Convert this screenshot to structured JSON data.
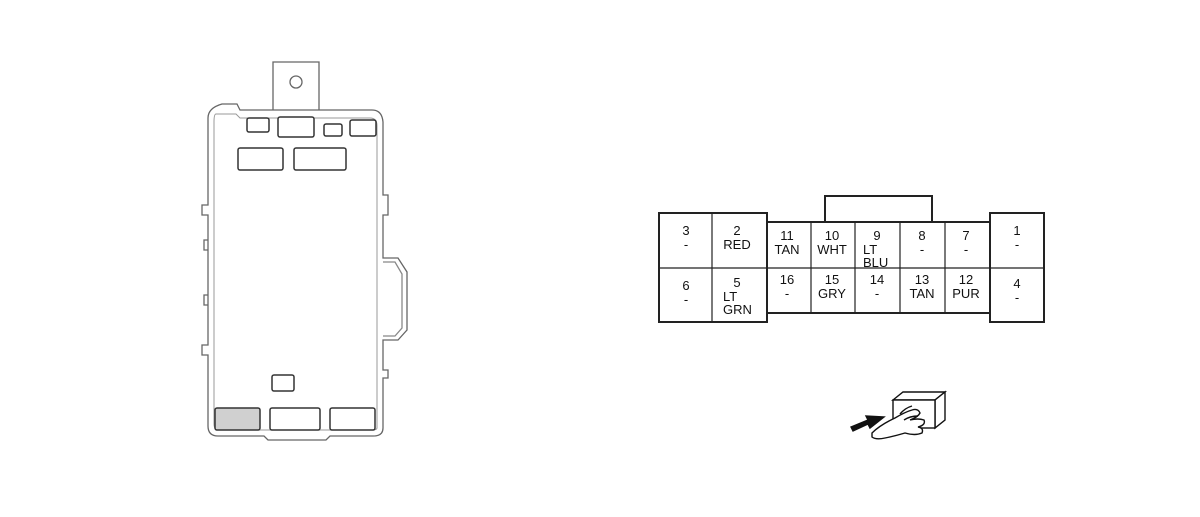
{
  "component_view": {
    "icon": "junction-block-outline",
    "highlighted_socket_color": "#d0d0d0"
  },
  "connector": {
    "pins": [
      {
        "pin": "3",
        "wire": "-"
      },
      {
        "pin": "2",
        "wire": "RED"
      },
      {
        "pin": "11",
        "wire": "TAN"
      },
      {
        "pin": "10",
        "wire": "WHT"
      },
      {
        "pin": "9",
        "wire": "LT BLU"
      },
      {
        "pin": "8",
        "wire": "-"
      },
      {
        "pin": "7",
        "wire": "-"
      },
      {
        "pin": "1",
        "wire": "-"
      },
      {
        "pin": "6",
        "wire": "-"
      },
      {
        "pin": "5",
        "wire": "LT GRN"
      },
      {
        "pin": "16",
        "wire": "-"
      },
      {
        "pin": "15",
        "wire": "GRY"
      },
      {
        "pin": "14",
        "wire": "-"
      },
      {
        "pin": "13",
        "wire": "TAN"
      },
      {
        "pin": "12",
        "wire": "PUR"
      },
      {
        "pin": "4",
        "wire": "-"
      }
    ]
  },
  "harness_side_icon": "hand-pointing-connector-icon"
}
